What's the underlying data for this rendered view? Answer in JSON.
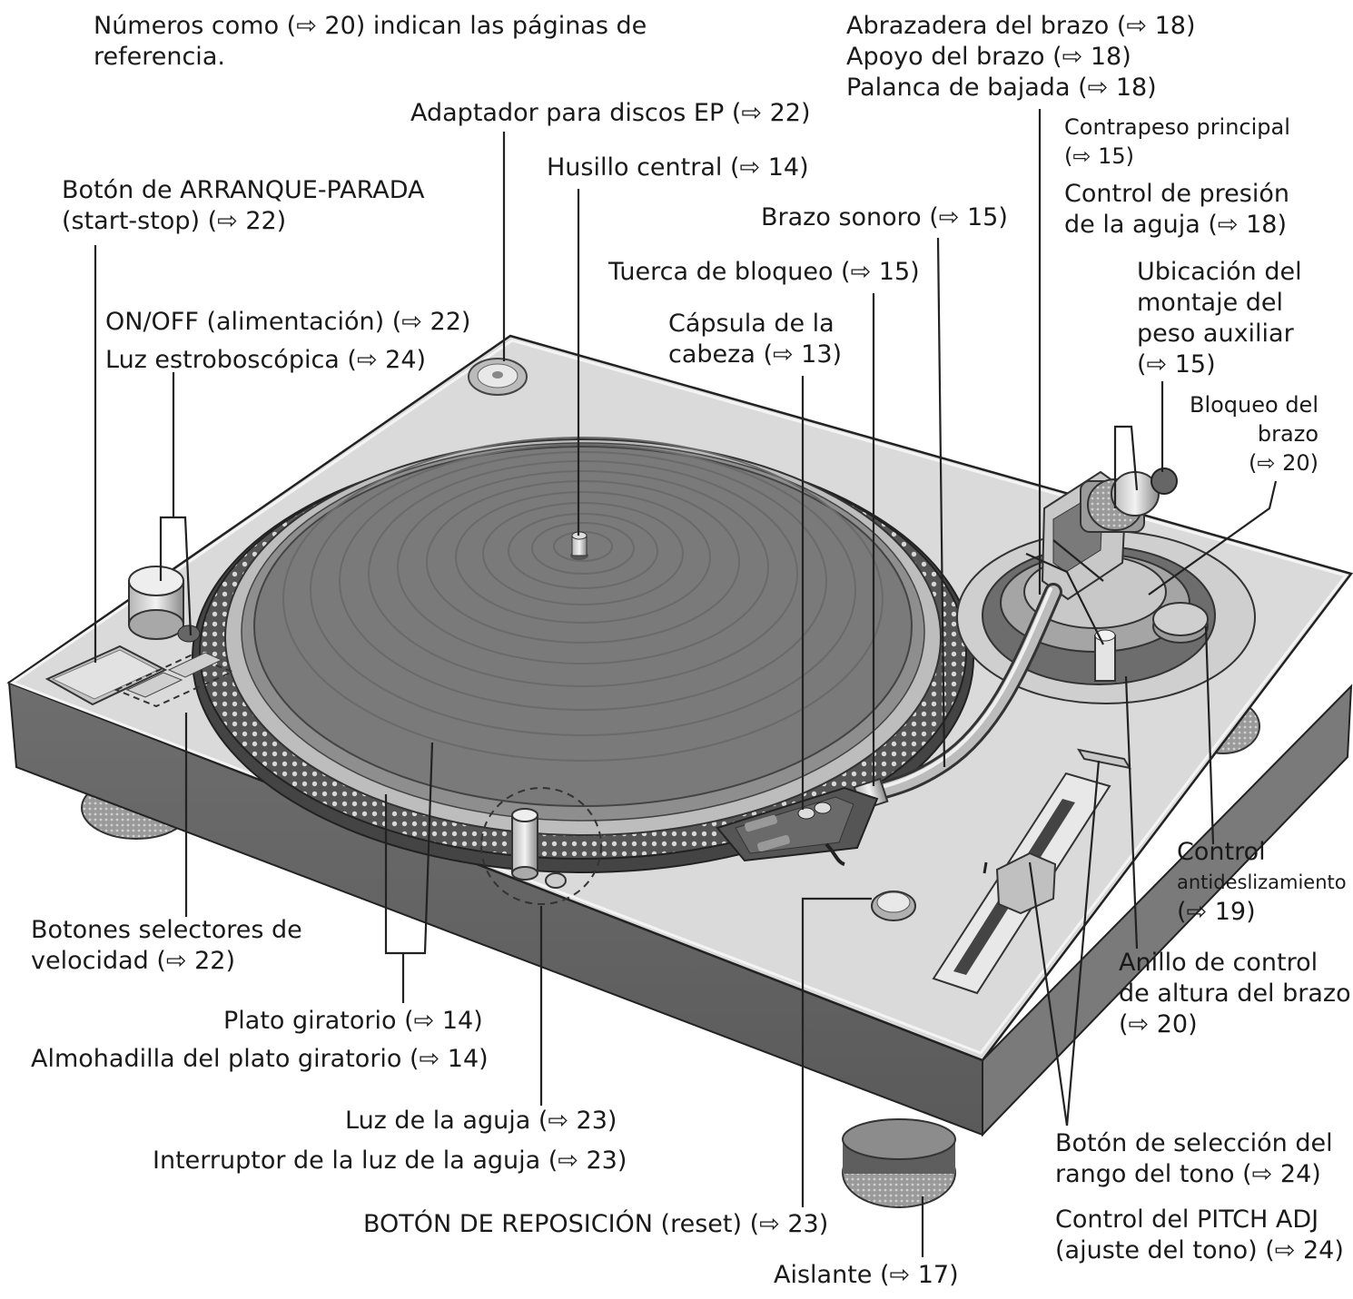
{
  "intro": {
    "line1": "Números como (⇨ 20) indican las páginas de",
    "line2": "referencia."
  },
  "labels": {
    "abrazadera": "Abrazadera del brazo (⇨ 18)",
    "apoyo": "Apoyo del brazo (⇨ 18)",
    "palanca": "Palanca de bajada (⇨ 18)",
    "adaptador": "Adaptador para discos EP (⇨ 22)",
    "husillo": "Husillo central (⇨ 14)",
    "arranque_1": "Botón de ARRANQUE-PARADA",
    "arranque_2": "(start-stop) (⇨ 22)",
    "contrapeso_1": "Contrapeso principal",
    "contrapeso_2": "(⇨ 15)",
    "presion_1": "Control de presión",
    "presion_2": "de la aguja (⇨ 18)",
    "brazo_sonoro": "Brazo sonoro (⇨ 15)",
    "tuerca": "Tuerca de bloqueo (⇨ 15)",
    "ubicacion_1": "Ubicación del",
    "ubicacion_2": "montaje del",
    "ubicacion_3": "peso auxiliar",
    "ubicacion_4": "(⇨ 15)",
    "onoff": "ON/OFF (alimentación) (⇨ 22)",
    "luz_estrobo": "Luz estroboscópica (⇨ 24)",
    "capsula_1": "Cápsula de la",
    "capsula_2": "cabeza (⇨ 13)",
    "bloqueo_1": "Bloqueo del",
    "bloqueo_2": "brazo",
    "bloqueo_3": "(⇨ 20)",
    "antides_1": "Control",
    "antides_2": "antideslizamiento",
    "antides_3": "(⇨ 19)",
    "selectores_1": "Botones selectores de",
    "selectores_2": "velocidad (⇨ 22)",
    "anillo_1": "Anillo de control",
    "anillo_2": "de altura del brazo",
    "anillo_3": "(⇨ 20)",
    "plato": "Plato giratorio (⇨ 14)",
    "almohadilla": "Almohadilla del plato giratorio (⇨ 14)",
    "luz_aguja": "Luz de la aguja (⇨ 23)",
    "interruptor": "Interruptor de la luz de la aguja (⇨ 23)",
    "seleccion_1": "Botón de selección del",
    "seleccion_2": "rango del tono (⇨ 24)",
    "reset": "BOTÓN DE REPOSICIÓN (reset) (⇨ 23)",
    "pitch_1": "Control del PITCH ADJ",
    "pitch_2": "(ajuste del tono) (⇨ 24)",
    "aislante": "Aislante (⇨ 17)"
  }
}
